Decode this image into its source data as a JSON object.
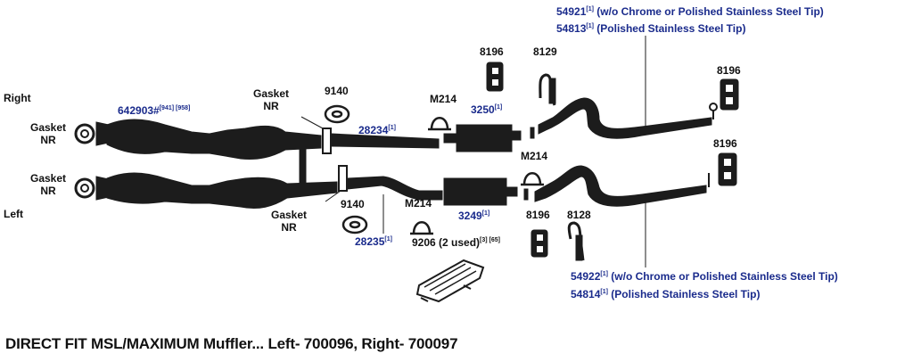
{
  "labels": {
    "right": "Right",
    "left": "Left",
    "gasket_nr_right_top": [
      "Gasket",
      "NR"
    ],
    "gasket_nr_center_top": [
      "Gasket",
      "NR"
    ],
    "gasket_nr_left_bottom": [
      "Gasket",
      "NR"
    ],
    "gasket_nr_center_bottom": [
      "Gasket",
      "NR"
    ],
    "part_9140_top": "9140",
    "part_9140_bottom": "9140",
    "part_642903": "642903#",
    "part_642903_notes": "[941] [958]",
    "part_28234": "28234",
    "part_28234_note": "[1]",
    "part_28235": "28235",
    "part_28235_note": "[1]",
    "part_3250": "3250",
    "part_3250_note": "[1]",
    "part_3249": "3249",
    "part_3249_note": "[1]",
    "m214_top": "M214",
    "m214_mid": "M214",
    "m214_bottom": "M214",
    "part_8196_top_center": "8196",
    "part_8196_top_right": "8196",
    "part_8196_mid_right": "8196",
    "part_8196_bottom_center": "8196",
    "part_8129": "8129",
    "part_8128": "8128",
    "part_9206": "9206 (2 used)",
    "part_9206_notes": "[3] [65]",
    "part_54921": "54921",
    "part_54921_note": "[1]",
    "part_54921_desc": "(w/o Chrome or Polished Stainless Steel Tip)",
    "part_54813": "54813",
    "part_54813_note": "[1]",
    "part_54813_desc": "(Polished Stainless Steel Tip)",
    "part_54922": "54922",
    "part_54922_note": "[1]",
    "part_54922_desc": "(w/o Chrome or Polished Stainless Steel Tip)",
    "part_54814": "54814",
    "part_54814_note": "[1]",
    "part_54814_desc": "(Polished Stainless Steel Tip)"
  },
  "caption": "DIRECT FIT MSL/MAXIMUM Muffler... Left- 700096, Right- 700097",
  "colors": {
    "part_number": "#1a2b8c",
    "text": "#111111",
    "pipe": "#1c1c1c"
  }
}
